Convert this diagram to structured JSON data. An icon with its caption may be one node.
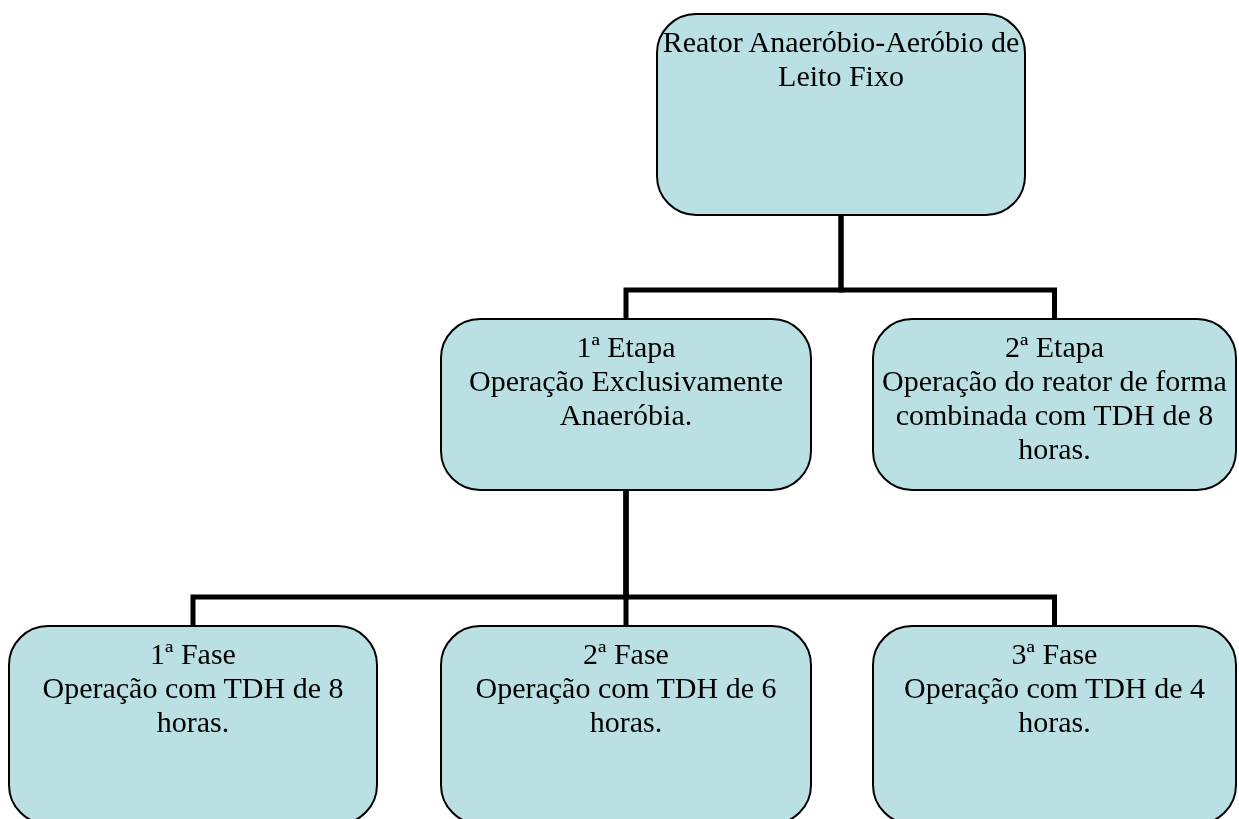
{
  "diagram": {
    "nodes": [
      {
        "text": [
          "Reator Anaeróbio-Aeróbio de Leito Fixo"
        ]
      },
      {
        "text": [
          "1ª Etapa",
          "Operação Exclusivamente Anaeróbia."
        ]
      },
      {
        "text": [
          "2ª Etapa",
          "Operação do reator de forma combinada com TDH de 8 horas."
        ]
      },
      {
        "text": [
          "1ª Fase",
          "Operação com TDH de 8 horas."
        ]
      },
      {
        "text": [
          "2ª Fase",
          "Operação com TDH de 6 horas."
        ]
      },
      {
        "text": [
          "3ª Fase",
          "Operação com TDH de 4 horas."
        ]
      }
    ],
    "edges": [
      {
        "from": 0,
        "to": 1,
        "arrow": "none"
      },
      {
        "from": 0,
        "to": 2,
        "arrow": "none"
      },
      {
        "from": 1,
        "to": 3,
        "arrow": "none"
      },
      {
        "from": 1,
        "to": 4,
        "arrow": "none"
      },
      {
        "from": 1,
        "to": 5,
        "arrow": "none"
      }
    ]
  }
}
